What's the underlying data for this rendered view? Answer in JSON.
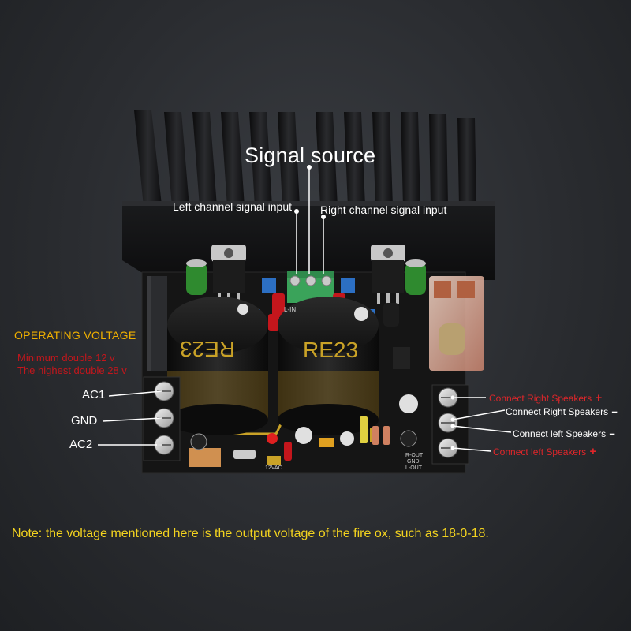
{
  "labels": {
    "signal_source": "Signal source",
    "left_input": "Left channel signal input",
    "right_input": "Right channel signal input",
    "operating_voltage": "OPERATING VOLTAGE",
    "min_voltage": "Minimum double 12 v",
    "max_voltage": "The highest double 28 v",
    "ac1": "AC1",
    "gnd": "GND",
    "ac2": "AC2",
    "right_plus": "Connect Right Speakers",
    "right_minus": "Connect Right Speakers",
    "left_minus": "Connect left Speakers",
    "left_plus": "Connect left Speakers",
    "plus_sign": "+",
    "minus_sign": "–",
    "note": "Note: the voltage mentioned here is the output voltage of the fire ox, such as 18-0-18."
  },
  "board": {
    "capacitor_left": "RE23",
    "capacitor_right": "RE23",
    "silk_lin": "L-IN",
    "silk_rout": "R-OUT",
    "silk_gnd": "GND",
    "silk_lout": "L-OUT",
    "silk_12v": "12VAC"
  },
  "colors": {
    "accent_red": "#e0262a",
    "accent_yellow": "#f3d31f",
    "voltage_orange": "#f0b000",
    "terminal_green": "#3aa35a",
    "pcb": "#151515"
  }
}
